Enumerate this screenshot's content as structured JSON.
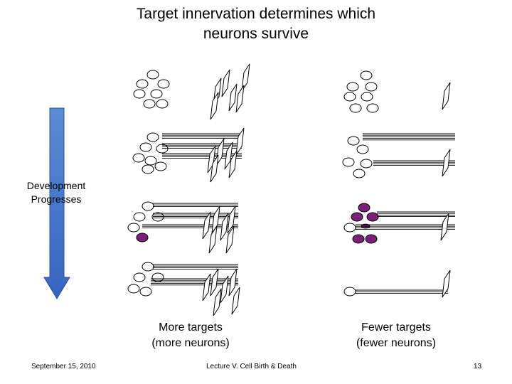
{
  "title": {
    "line1": "Target innervation determines which",
    "line2": "neurons  survive"
  },
  "side_label": {
    "line1": "Development",
    "line2": "Progresses"
  },
  "captions": {
    "left_line1": "More targets",
    "left_line2": "(more neurons)",
    "right_line1": "Fewer targets",
    "right_line2": "(fewer neurons)"
  },
  "footer": {
    "date": "September 15, 2010",
    "course": "Lecture V. Cell Birth & Death",
    "page": "13"
  },
  "colors": {
    "arrow": "#4472C4",
    "dying_neuron": "#7B1F7B",
    "outline": "#000000"
  }
}
